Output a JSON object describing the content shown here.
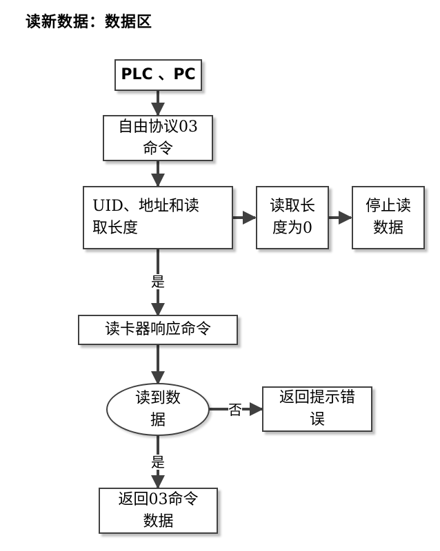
{
  "title": "读新数据：数据区",
  "nodes": {
    "plc_pc": "PLC 、PC",
    "protocol_cmd": [
      "自由协议03",
      "命令"
    ],
    "uid_addr_len": [
      "UID、地址和读",
      "取长度"
    ],
    "len_zero": [
      "读取长",
      "度为0"
    ],
    "stop_read": [
      "停止读",
      "数据"
    ],
    "reader_response": "读卡器响应命令",
    "data_read_decision": [
      "读到数",
      "据"
    ],
    "return_error": [
      "返回提示错",
      "误"
    ],
    "return_03_data": [
      "返回03命令",
      "数据"
    ]
  },
  "edge_labels": {
    "yes_1": "是",
    "no": "否",
    "yes_2": "是"
  }
}
